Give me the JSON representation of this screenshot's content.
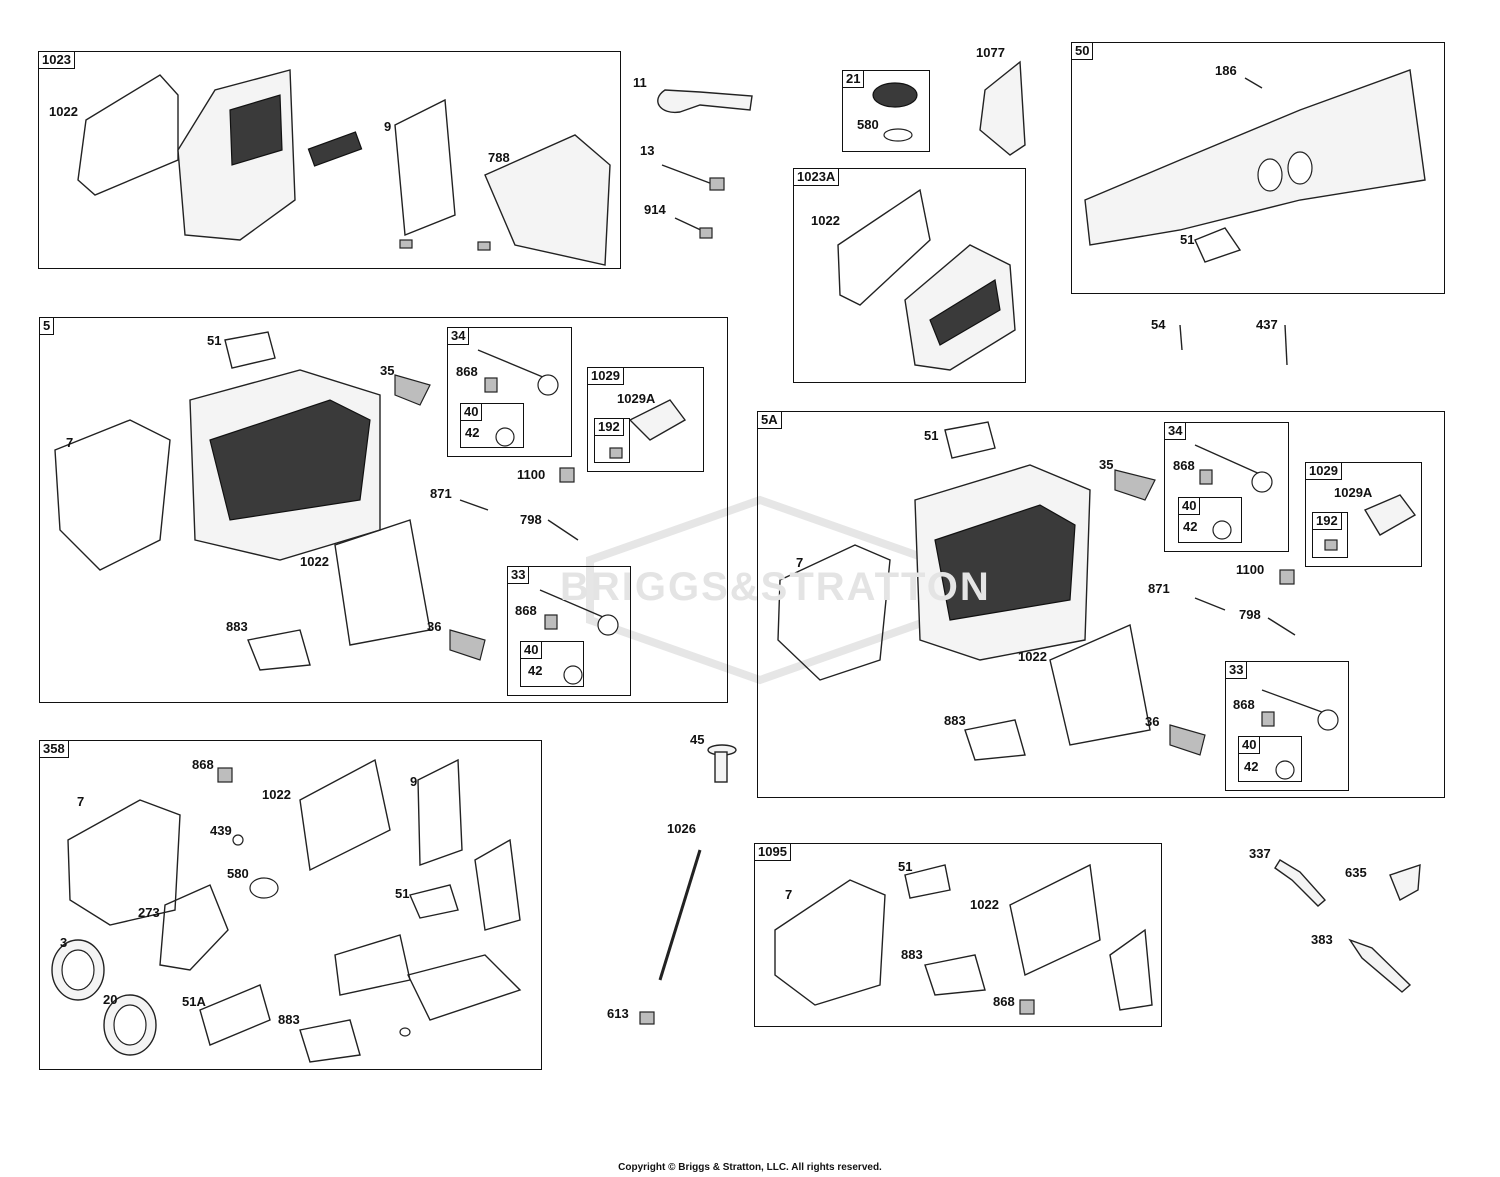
{
  "copyright": "Copyright © Briggs & Stratton, LLC. All rights reserved.",
  "watermark": "BRIGGS&STRATTON",
  "groups": {
    "g1023": "1023",
    "g21": "21",
    "g1023a": "1023A",
    "g50": "50",
    "g5": "5",
    "g34": "34",
    "g40": "40",
    "g1029": "1029",
    "g192": "192",
    "g33": "33",
    "g40b": "40",
    "g5a": "5A",
    "g34a": "34",
    "g40c": "40",
    "g1029a": "1029",
    "g192a": "192",
    "g33a": "33",
    "g40d": "40",
    "g358": "358",
    "g1095": "1095"
  },
  "labels": {
    "l1022a": "1022",
    "l9a": "9",
    "l788": "788",
    "l11": "11",
    "l13": "13",
    "l914": "914",
    "l580a": "580",
    "l1077": "1077",
    "l1022b": "1022",
    "l186": "186",
    "l51a": "51",
    "l54": "54",
    "l437": "437",
    "l51b": "51",
    "l35a": "35",
    "l7a": "7",
    "l868a": "868",
    "l42a": "42",
    "l1029Aa": "1029A",
    "l1100a": "1100",
    "l871a": "871",
    "l798a": "798",
    "l1022c": "1022",
    "l868b": "868",
    "l42b": "42",
    "l883a": "883",
    "l36a": "36",
    "l51c": "51",
    "l35b": "35",
    "l868c": "868",
    "l42c": "42",
    "l1029Ab": "1029A",
    "l7b": "7",
    "l1100b": "1100",
    "l871b": "871",
    "l798b": "798",
    "l1022d": "1022",
    "l868d": "868",
    "l883b": "883",
    "l36b": "36",
    "l42d": "42",
    "l868e": "868",
    "l7c": "7",
    "l1022e": "1022",
    "l9b": "9",
    "l439": "439",
    "l580b": "580",
    "l273": "273",
    "l51d": "51",
    "l3": "3",
    "l20": "20",
    "l51A": "51A",
    "l883c": "883",
    "l45": "45",
    "l1026": "1026",
    "l613": "613",
    "l7d": "7",
    "l51e": "51",
    "l1022f": "1022",
    "l883d": "883",
    "l868f": "868",
    "l337": "337",
    "l635": "635",
    "l383": "383"
  }
}
